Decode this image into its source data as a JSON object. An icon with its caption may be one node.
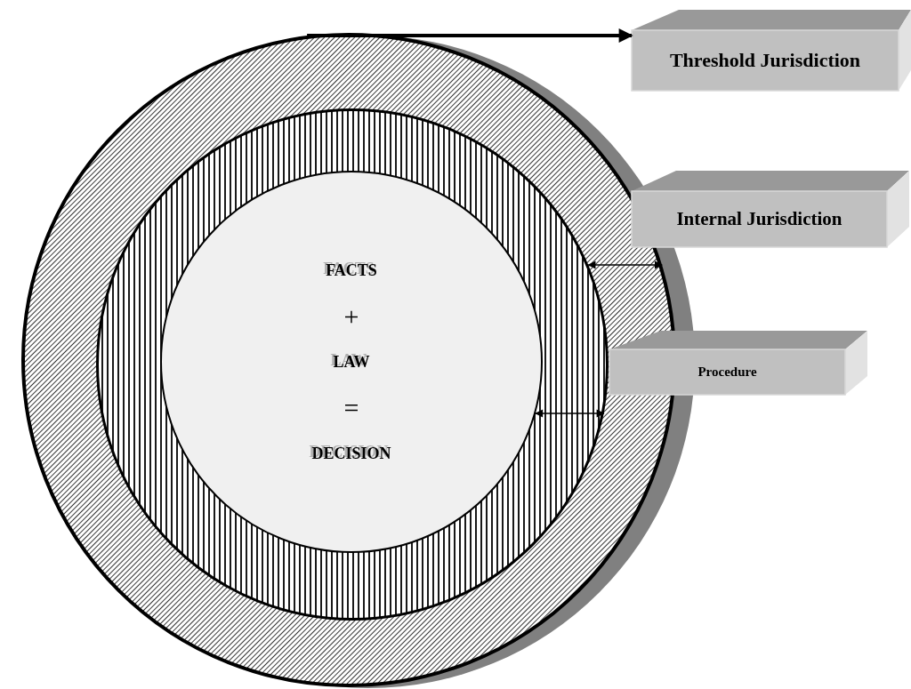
{
  "diagram": {
    "nodes": [
      {
        "text": [],
        "shape": "circle"
      },
      {
        "text": [],
        "shape": "circle",
        "in": 0
      },
      {
        "text": [
          "FACTS",
          "+",
          "LAW",
          "=",
          "DECISION"
        ],
        "in": 1
      },
      {
        "text": [
          "Threshold Jurisdiction"
        ]
      },
      {
        "text": [
          "Internal Jurisdiction"
        ]
      },
      {
        "text": [
          "Procedure"
        ]
      }
    ],
    "edges": [
      {
        "from": 0,
        "to": 3,
        "arrow": "to",
        "style": "thick"
      },
      {
        "from": 1,
        "to": 0,
        "arrow": "both"
      },
      {
        "from": 2,
        "to": 1,
        "arrow": "both"
      }
    ]
  }
}
